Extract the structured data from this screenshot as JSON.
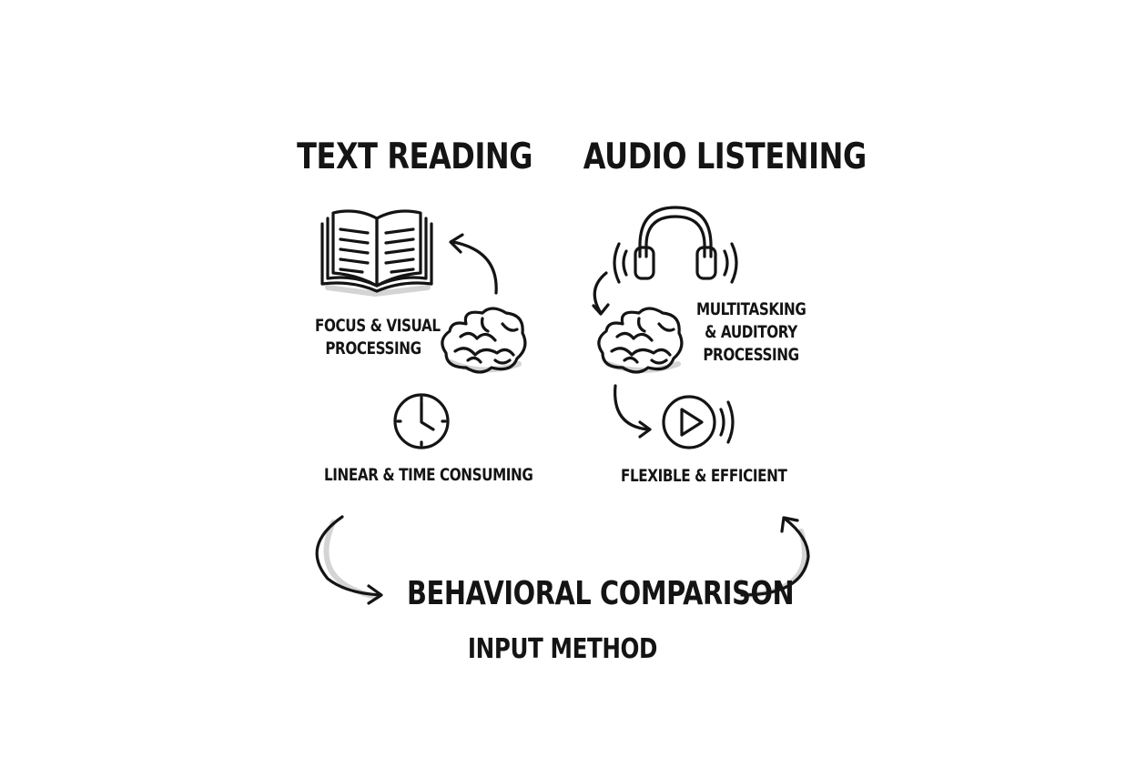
{
  "columns": {
    "left": {
      "title": "TEXT READING",
      "brain_caption": [
        "FOCUS & VISUAL",
        "PROCESSING"
      ],
      "clock_caption": "LINEAR & TIME CONSUMING"
    },
    "right": {
      "title": "AUDIO LISTENING",
      "brain_caption": [
        "MULTITASKING",
        "& AUDITORY",
        "PROCESSING"
      ],
      "play_caption": "FLEXIBLE & EFFICIENT"
    }
  },
  "footer": {
    "title": "BEHAVIORAL COMPARISON",
    "subtitle": "INPUT METHOD"
  },
  "icons": [
    "open-book-icon",
    "brain-icon",
    "clock-icon",
    "headphones-icon",
    "sound-waves-icon",
    "play-button-icon",
    "curved-arrow-icon"
  ],
  "colors": {
    "ink": "#141414",
    "background": "#ffffff",
    "shadow": "#d4d4d4"
  }
}
